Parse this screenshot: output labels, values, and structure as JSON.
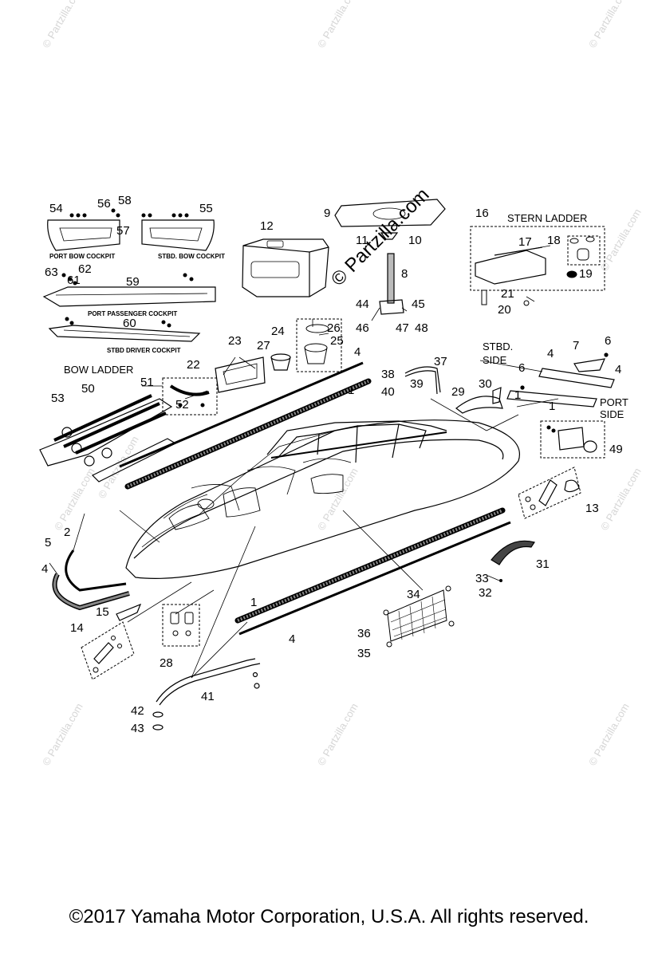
{
  "watermark": {
    "brand": "© Partzilla.com",
    "repeats": [
      "© Partzilla.com",
      "© Partzilla.com",
      "© Partzilla.com",
      "© Partzilla.com",
      "© Partzilla.com",
      "© Partzilla.com",
      "© Partzilla.com",
      "© Partzilla.com",
      "© Partzilla.com",
      "© Partzilla.com",
      "© Partzilla.com"
    ]
  },
  "captions": {
    "port_bow": "PORT BOW COCKPIT",
    "stbd_bow": "STBD. BOW COCKPIT",
    "port_passenger": "PORT PASSENGER COCKPIT",
    "stbd_driver": "STBD DRIVER COCKPIT",
    "stern_ladder": "STERN LADDER",
    "bow_ladder": "BOW LADDER",
    "stbd_side_1": "STBD.",
    "stbd_side_2": "SIDE",
    "port_side_1": "PORT",
    "port_side_2": "SIDE"
  },
  "part_numbers": [
    "1",
    "2",
    "4",
    "5",
    "6",
    "7",
    "8",
    "9",
    "10",
    "11",
    "12",
    "13",
    "14",
    "15",
    "16",
    "17",
    "18",
    "19",
    "20",
    "21",
    "22",
    "23",
    "24",
    "25",
    "26",
    "27",
    "28",
    "29",
    "30",
    "31",
    "32",
    "33",
    "34",
    "35",
    "36",
    "37",
    "38",
    "39",
    "40",
    "41",
    "42",
    "43",
    "44",
    "45",
    "46",
    "47",
    "48",
    "49",
    "50",
    "51",
    "52",
    "53",
    "54",
    "55",
    "56",
    "57",
    "58",
    "59",
    "60",
    "61",
    "62",
    "63"
  ],
  "footer": "©2017  Yamaha Motor Corporation, U.S.A. All rights reserved."
}
